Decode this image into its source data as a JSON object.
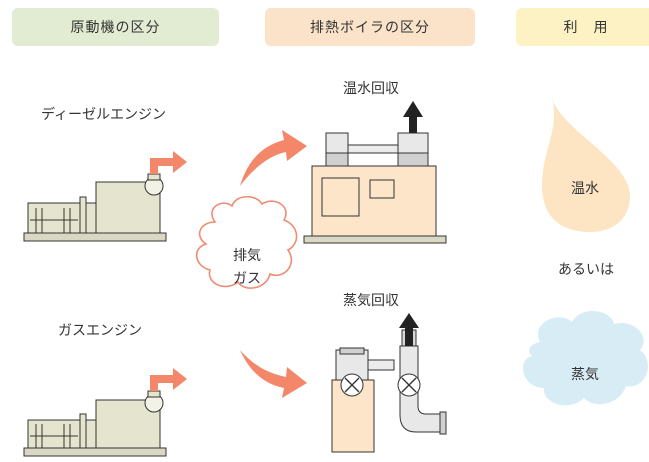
{
  "headers": {
    "engine": "原動機の区分",
    "boiler": "排熱ボイラの区分",
    "use": "利　用"
  },
  "engines": {
    "diesel": "ディーゼルエンジン",
    "gas": "ガスエンジン"
  },
  "exhaust": {
    "line1": "排気",
    "line2": "ガス"
  },
  "boilers": {
    "hot_water_recovery": "温水回収",
    "steam_recovery": "蒸気回収"
  },
  "uses": {
    "hot_water": "温水",
    "or": "あるいは",
    "steam": "蒸気"
  },
  "colors": {
    "arrow": "#f4866a",
    "engine_fill": "#e5e4cf",
    "boiler_fill": "#fde5c9",
    "cloud_stroke": "#f08c73",
    "drop_fill": "#fde5c3",
    "steam_cloud_fill": "#d8ecf6"
  }
}
